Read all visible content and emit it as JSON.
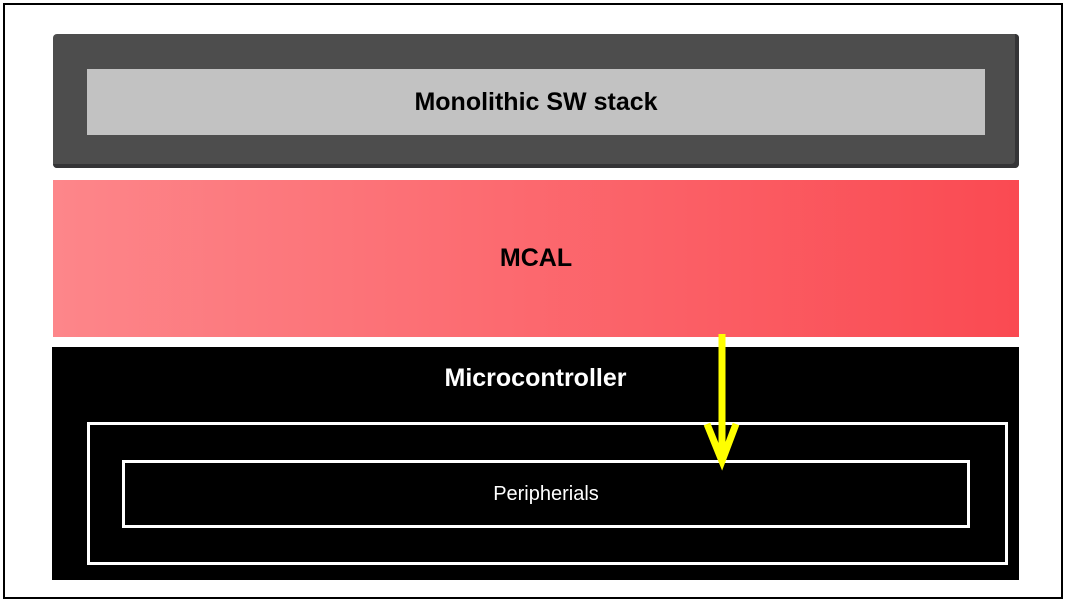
{
  "colors": {
    "frame_border": "#000000",
    "outer_dark": "#4d4d4d",
    "outer_dark_edge": "#343436",
    "inner_gray": "#c2c2c2",
    "mcal_left": "#fd868a",
    "mcal_right": "#fa4a52",
    "micro_bg": "#000000",
    "box_border": "#ffffff",
    "arrow": "#ffff00",
    "title_dark": "#000000",
    "title_light": "#ffffff"
  },
  "blocks": {
    "monolithic": {
      "label": "Monolithic SW stack"
    },
    "mcal": {
      "label": "MCAL"
    },
    "microcontroller": {
      "label": "Microcontroller",
      "peripherals": {
        "label": "Peripherials"
      }
    }
  },
  "arrow": {
    "name": "down-arrow",
    "direction": "down",
    "from": "MCAL",
    "to": "Peripherials"
  }
}
